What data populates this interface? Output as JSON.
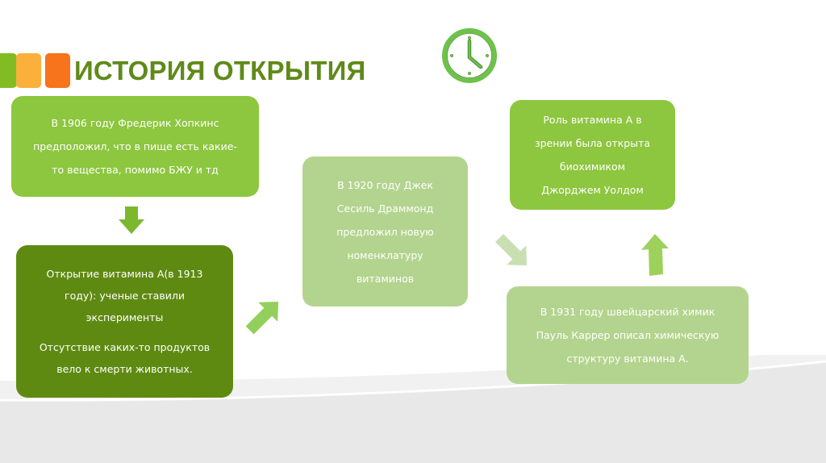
{
  "slide": {
    "title": "ИСТОРИЯ ОТКРЫТИЯ",
    "title_color": "#5f8a1a",
    "accent_squares": [
      {
        "color": "#82bc25"
      },
      {
        "color": "#fbb03b"
      },
      {
        "color": "#f7731c"
      }
    ],
    "icon": "clock-icon",
    "icon_color": "#6cc24a"
  },
  "cards": [
    {
      "id": "hopkins-1906",
      "color": "#8dc63f",
      "lines": [
        "В 1906 году  Фредерик Хопкинс",
        "предположил, что в пище есть какие-",
        "то вещества, помимо БЖУ и тд"
      ]
    },
    {
      "id": "vitamin-a-1913",
      "color": "#5f8a12",
      "lines": [
        "Открытие витамина А(в 1913",
        "году):  ученые ставили",
        "эксперименты"
      ],
      "lines2": [
        "Отсутствие каких-то продуктов",
        "вело к смерти животных."
      ]
    },
    {
      "id": "drummond-1920",
      "color": "#b3d48e",
      "lines": [
        "В 1920 году Джек",
        "Сесиль Драммонд",
        "предложил новую",
        "номенклатуру",
        "витаминов"
      ]
    },
    {
      "id": "karrer-1931",
      "color": "#b3d48e",
      "lines": [
        "В 1931 году швейцарский химик",
        "Пауль Каррер описал химическую",
        "структуру витамина А."
      ]
    },
    {
      "id": "wald",
      "color": "#8dc63f",
      "lines": [
        "Роль витамина А в",
        "зрении была открыта",
        "биохимиком",
        "Джорджем Уолдом"
      ]
    }
  ],
  "arrows": [
    {
      "id": "arrow-down",
      "direction": "down",
      "color": "#7cb82f"
    },
    {
      "id": "arrow-up-right",
      "direction": "up-right",
      "color": "#92cf5c"
    },
    {
      "id": "arrow-down-right",
      "direction": "down-right",
      "color": "#c9dfb2"
    },
    {
      "id": "arrow-up",
      "direction": "up",
      "color": "#9ed05c"
    }
  ]
}
